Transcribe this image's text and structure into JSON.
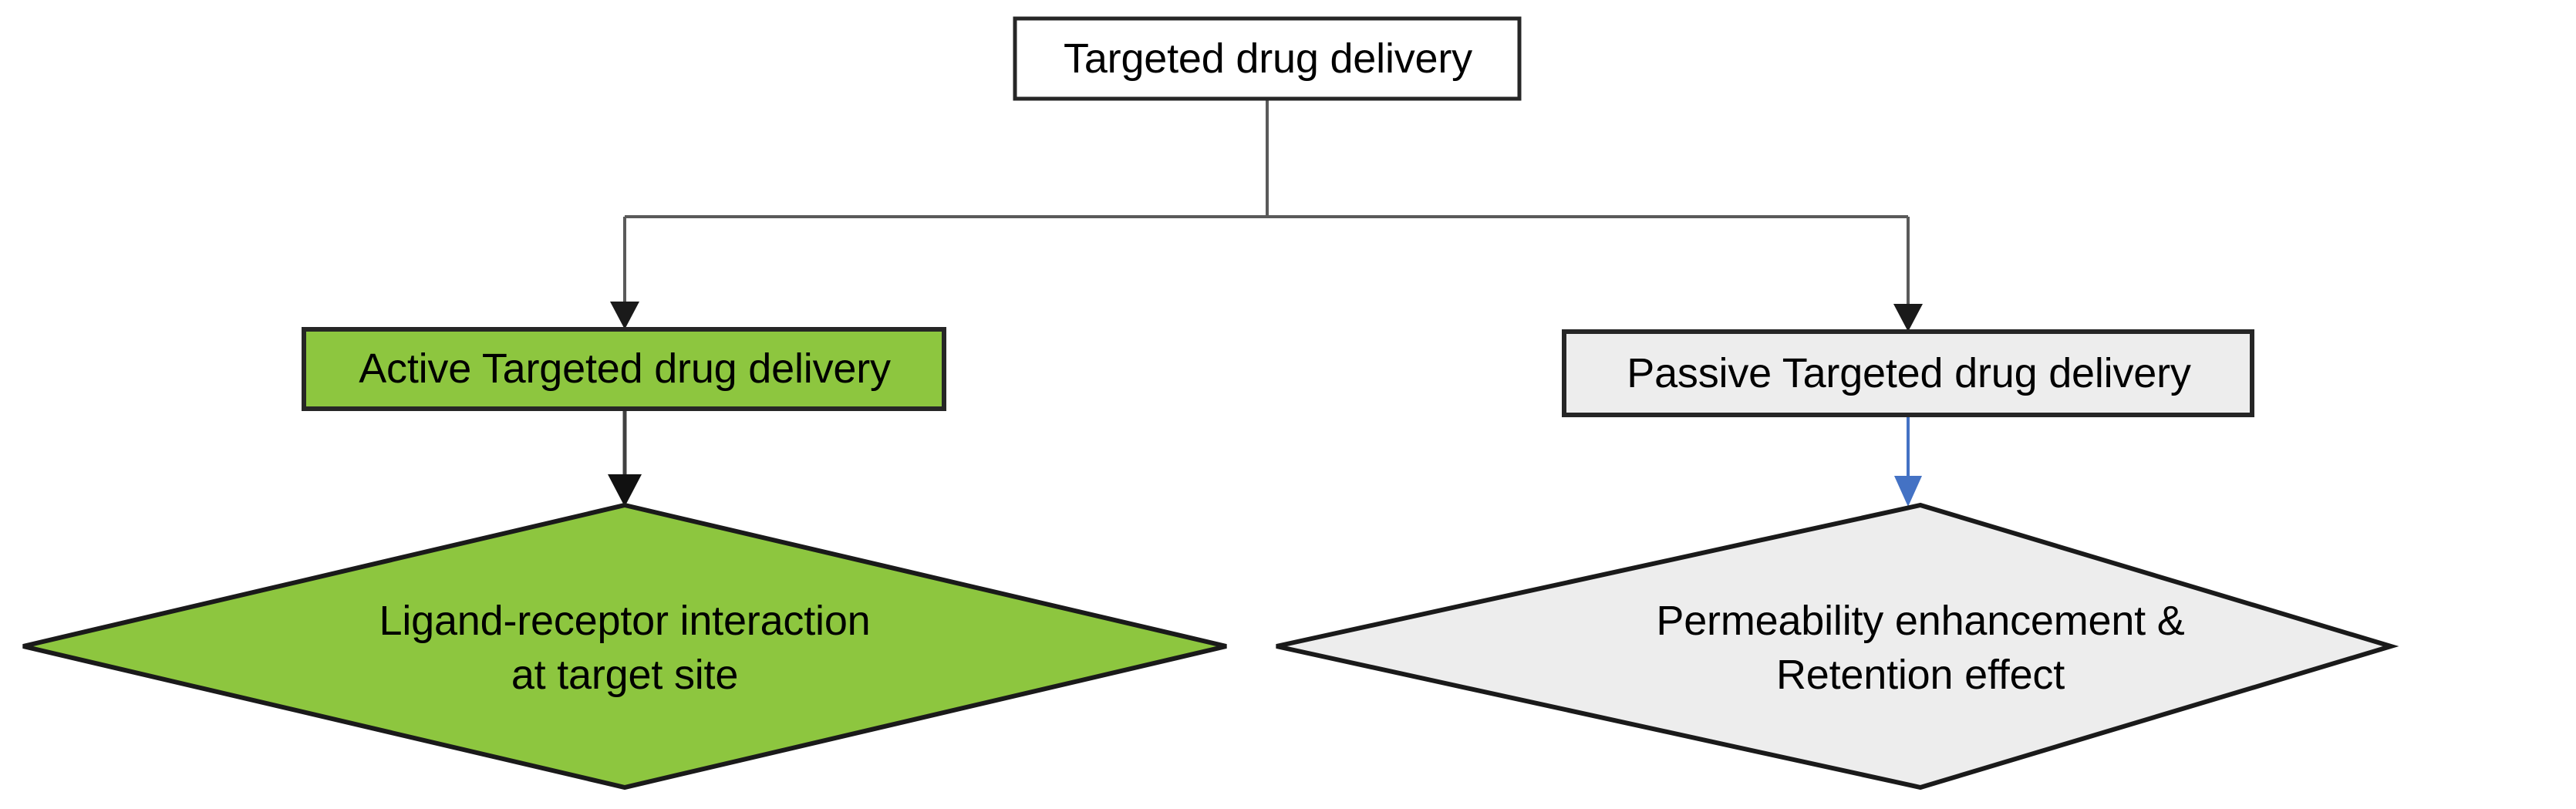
{
  "diagram": {
    "title": "Targeted drug delivery classification flowchart",
    "background_color": "#FFFFFF",
    "nodes": {
      "root": {
        "label": "Targeted drug delivery",
        "shape": "rectangle",
        "fill": "#FFFFFF",
        "stroke": "#262626"
      },
      "active": {
        "label": "Active Targeted drug delivery",
        "shape": "rectangle",
        "fill": "#8DC63F",
        "stroke": "#262626"
      },
      "passive": {
        "label": "Passive Targeted drug delivery",
        "shape": "rectangle",
        "fill": "#EDEDED",
        "stroke": "#262626"
      },
      "active_outcome": {
        "label": "Ligand-receptor interaction\nat target site",
        "shape": "diamond",
        "fill": "#8DC63F",
        "stroke": "#1A1A1A"
      },
      "passive_outcome": {
        "label": "Permeability enhancement &\nRetention effect",
        "shape": "diamond",
        "fill": "#EDEDED",
        "stroke": "#1A1A1A"
      }
    },
    "edges": [
      {
        "name": "root-to-active",
        "from": "root",
        "to": "active",
        "style": "elbow-arrow",
        "color": "#5A5A5A"
      },
      {
        "name": "root-to-passive",
        "from": "root",
        "to": "passive",
        "style": "elbow-arrow",
        "color": "#5A5A5A"
      },
      {
        "name": "active-to-active-outcome",
        "from": "active",
        "to": "active_outcome",
        "style": "straight-arrow",
        "color": "#404040"
      },
      {
        "name": "passive-to-passive-outcome",
        "from": "passive",
        "to": "passive_outcome",
        "style": "straight-arrow",
        "color": "#4472C4"
      }
    ],
    "palette": {
      "green": "#8DC63F",
      "light_gray": "#EDEDED",
      "white": "#FFFFFF",
      "outline_dark": "#262626",
      "connector_gray": "#5A5A5A",
      "connector_blue": "#4472C4"
    }
  }
}
